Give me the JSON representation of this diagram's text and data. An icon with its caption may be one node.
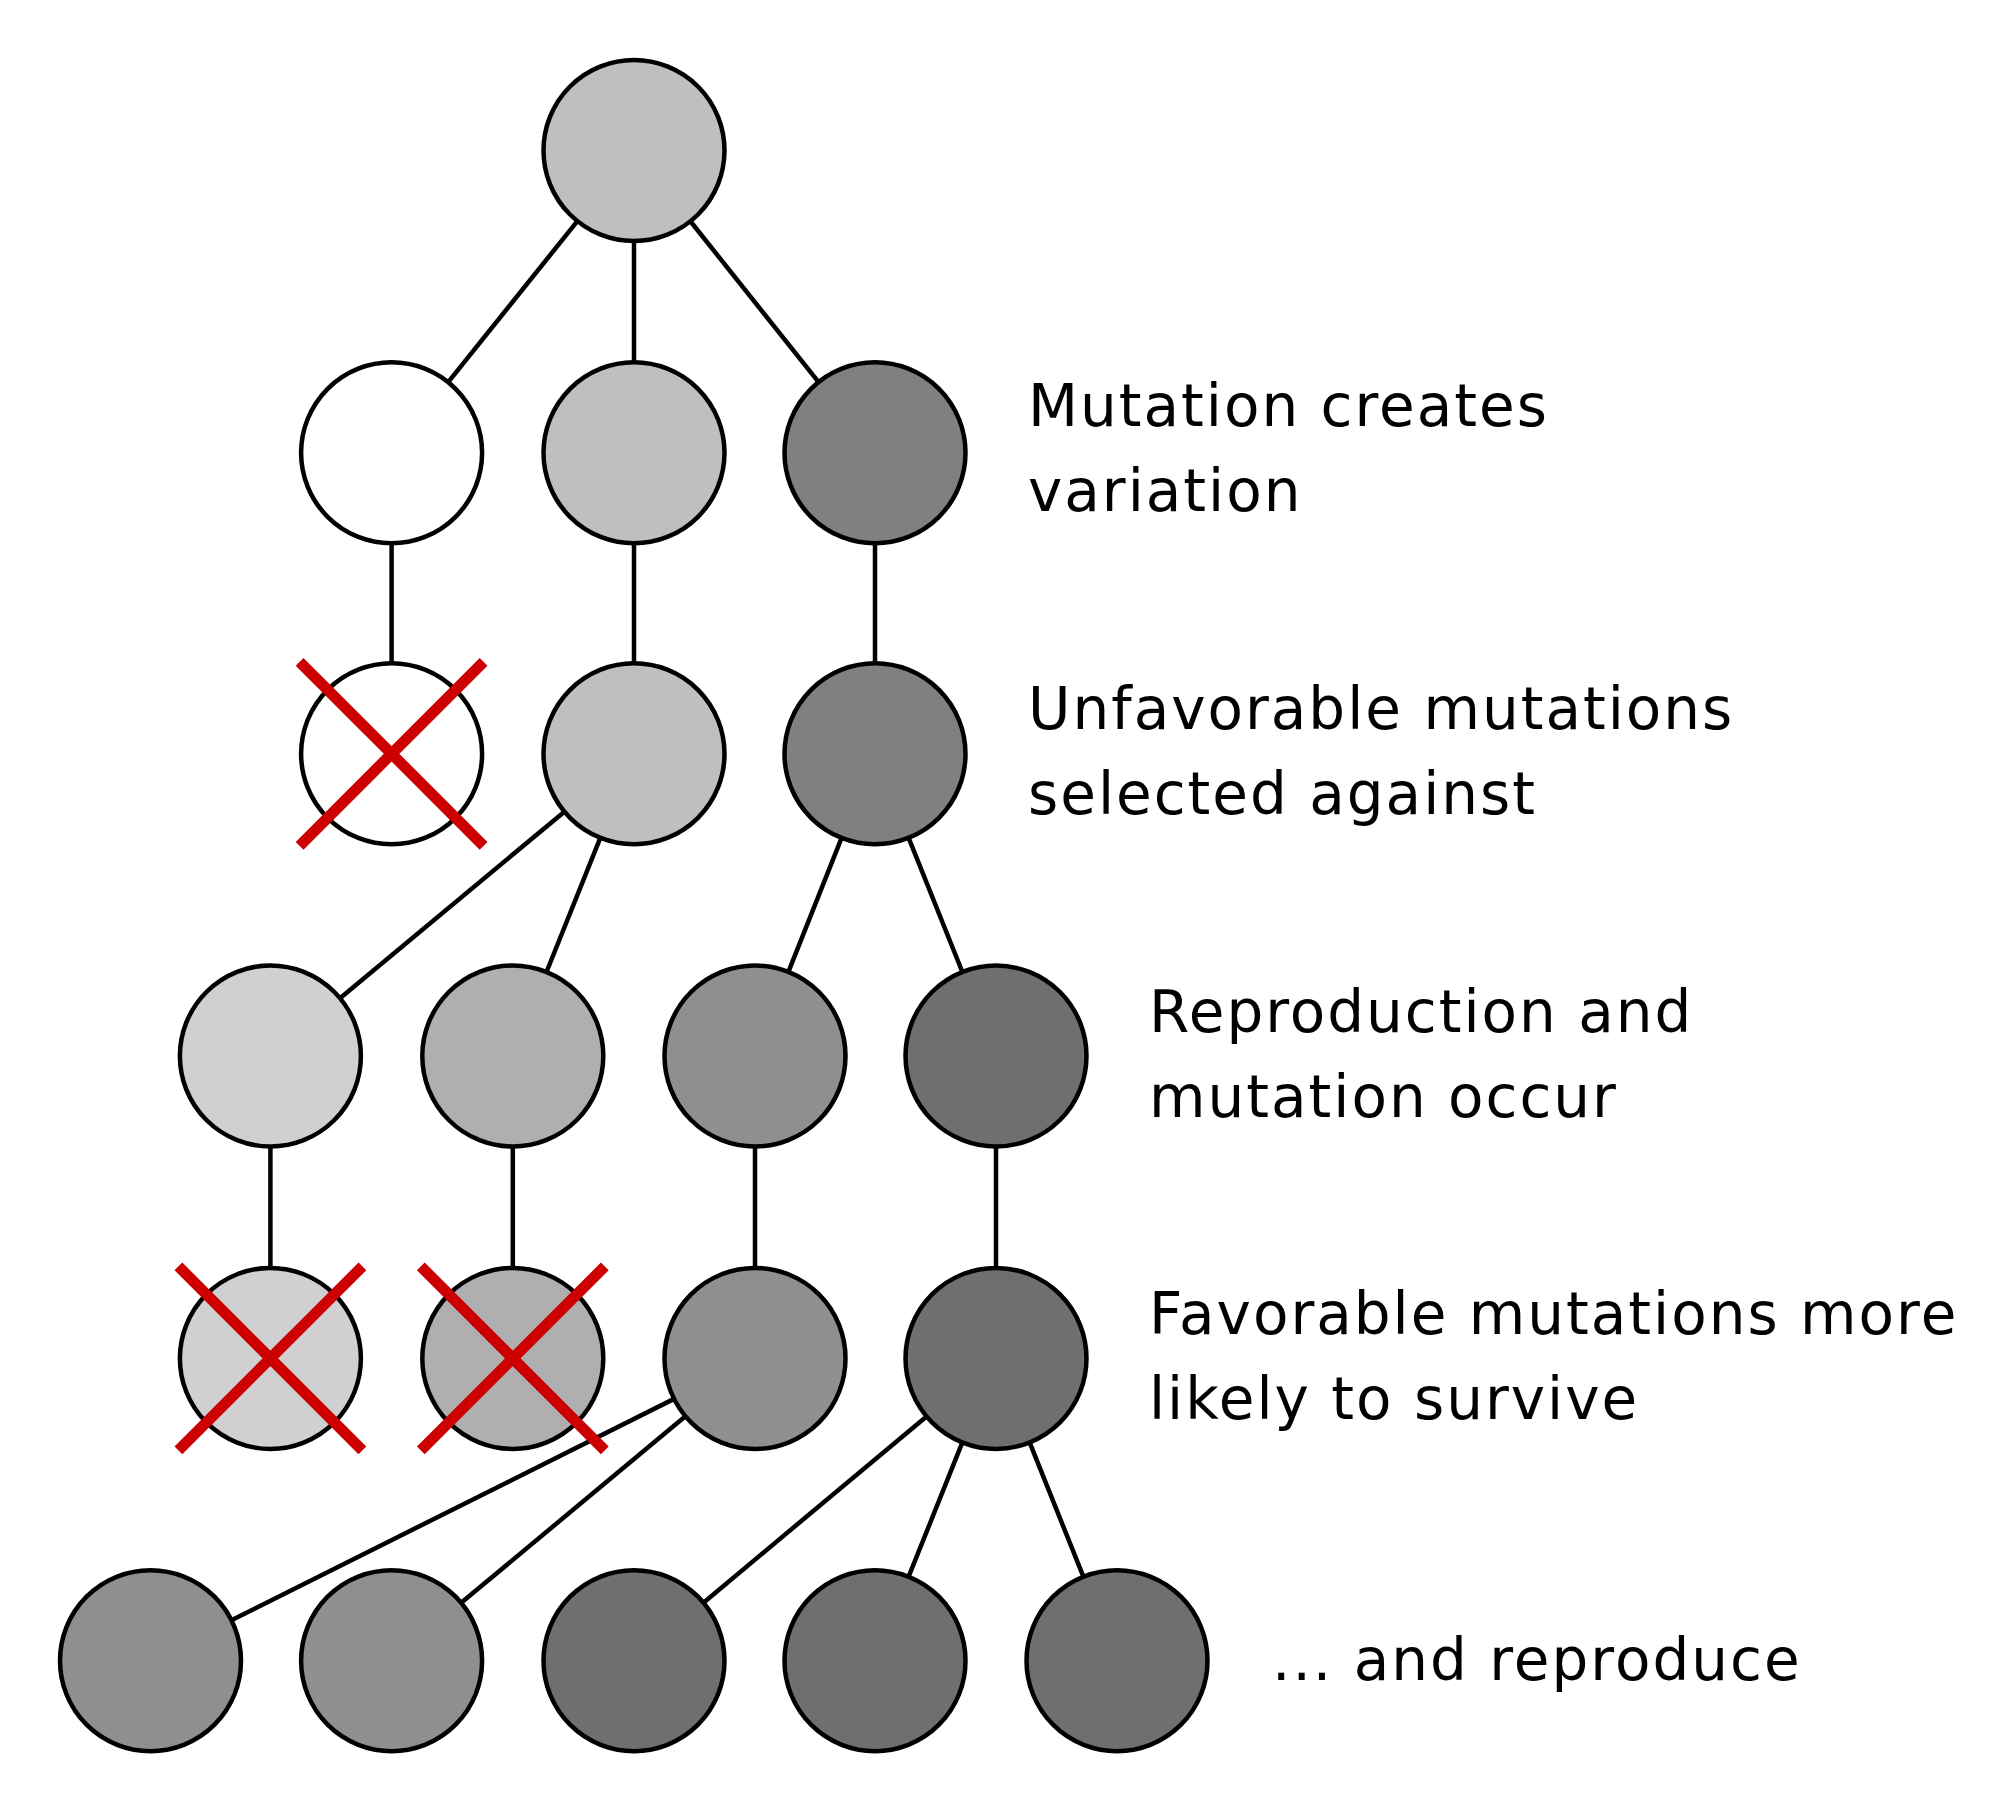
{
  "diagram": {
    "nodes": [
      {
        "text": [],
        "shape": "circle"
      },
      {
        "text": [],
        "shape": "circle"
      },
      {
        "text": [],
        "shape": "circle"
      },
      {
        "text": [],
        "shape": "circle"
      },
      {
        "text": [],
        "shape": "circle"
      },
      {
        "text": [],
        "shape": "circle"
      },
      {
        "text": [],
        "shape": "circle"
      },
      {
        "text": [],
        "shape": "circle"
      },
      {
        "text": [],
        "shape": "circle"
      },
      {
        "text": [],
        "shape": "circle"
      },
      {
        "text": [],
        "shape": "circle"
      },
      {
        "text": [],
        "shape": "circle"
      },
      {
        "text": [],
        "shape": "circle"
      },
      {
        "text": [],
        "shape": "circle"
      },
      {
        "text": [],
        "shape": "circle"
      },
      {
        "text": [],
        "shape": "circle"
      },
      {
        "text": [],
        "shape": "circle"
      },
      {
        "text": [],
        "shape": "circle"
      },
      {
        "text": [],
        "shape": "circle"
      },
      {
        "text": [],
        "shape": "circle"
      }
    ],
    "edges": [
      {
        "from": 0,
        "to": 1,
        "arrow": "none"
      },
      {
        "from": 0,
        "to": 2,
        "arrow": "none"
      },
      {
        "from": 0,
        "to": 3,
        "arrow": "none"
      },
      {
        "from": 1,
        "to": 4,
        "arrow": "none"
      },
      {
        "from": 2,
        "to": 5,
        "arrow": "none"
      },
      {
        "from": 3,
        "to": 6,
        "arrow": "none"
      },
      {
        "from": 5,
        "to": 7,
        "arrow": "none"
      },
      {
        "from": 5,
        "to": 8,
        "arrow": "none"
      },
      {
        "from": 6,
        "to": 9,
        "arrow": "none"
      },
      {
        "from": 6,
        "to": 10,
        "arrow": "none"
      },
      {
        "from": 7,
        "to": 11,
        "arrow": "none"
      },
      {
        "from": 8,
        "to": 12,
        "arrow": "none"
      },
      {
        "from": 9,
        "to": 13,
        "arrow": "none"
      },
      {
        "from": 10,
        "to": 14,
        "arrow": "none"
      },
      {
        "from": 13,
        "to": 15,
        "arrow": "none"
      },
      {
        "from": 13,
        "to": 16,
        "arrow": "none"
      },
      {
        "from": 14,
        "to": 17,
        "arrow": "none"
      },
      {
        "from": 14,
        "to": 18,
        "arrow": "none"
      },
      {
        "from": 14,
        "to": 19,
        "arrow": "none"
      }
    ],
    "labels": [
      "Mutation creates variation",
      "Unfavorable mutations selected against",
      "Reproduction and mutation occur",
      "Favorable mutations more likely to survive",
      "... and reproduce"
    ]
  }
}
